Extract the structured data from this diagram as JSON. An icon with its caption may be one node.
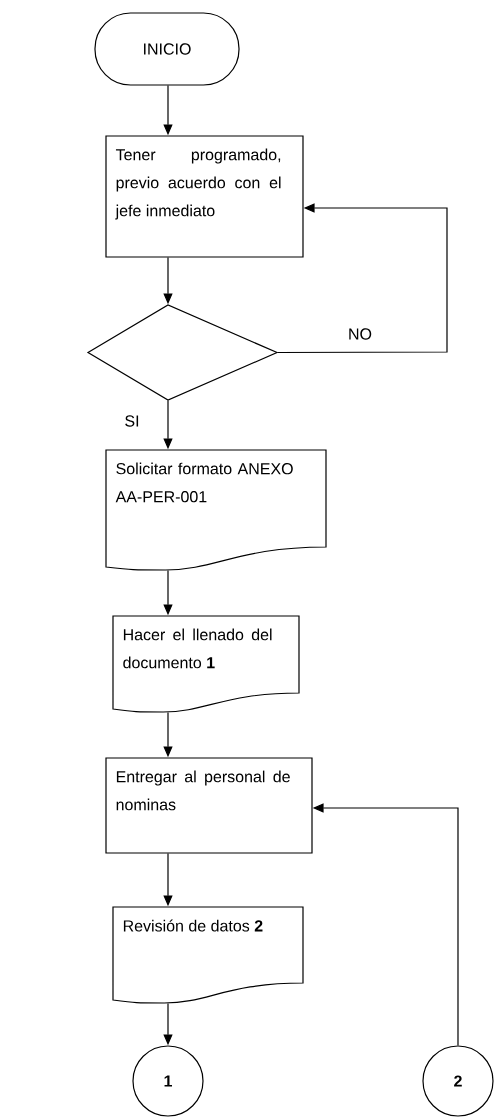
{
  "diagram": {
    "nodes": [
      {
        "text": [
          "INICIO"
        ]
      },
      {
        "text": [
          "Tener programado, previo acuerdo con el jefe inmediato"
        ]
      },
      {
        "text": [],
        "shape": "diamond"
      },
      {
        "text": [
          "Solicitar formato ANEXO AA-PER-001"
        ]
      },
      {
        "text": [
          "Hacer el llenado del documento **1**"
        ]
      },
      {
        "text": [
          "Entregar al personal de nominas"
        ]
      },
      {
        "text": [
          "Revisión de datos **2**"
        ]
      },
      {
        "text": [
          "1"
        ]
      },
      {
        "text": [
          "2"
        ]
      }
    ],
    "edges": [
      {
        "from": 0,
        "to": 1,
        "arrow": "to"
      },
      {
        "from": 1,
        "to": 2,
        "arrow": "to"
      },
      {
        "from": 2,
        "to": 1,
        "arrow": "to",
        "label": "NO"
      },
      {
        "from": 2,
        "to": 3,
        "arrow": "to",
        "label": "SI"
      },
      {
        "from": 3,
        "to": 4,
        "arrow": "to"
      },
      {
        "from": 4,
        "to": 5,
        "arrow": "to"
      },
      {
        "from": 5,
        "to": 6,
        "arrow": "to"
      },
      {
        "from": 6,
        "to": 7,
        "arrow": "to"
      },
      {
        "from": 8,
        "to": 5,
        "arrow": "to"
      }
    ]
  }
}
